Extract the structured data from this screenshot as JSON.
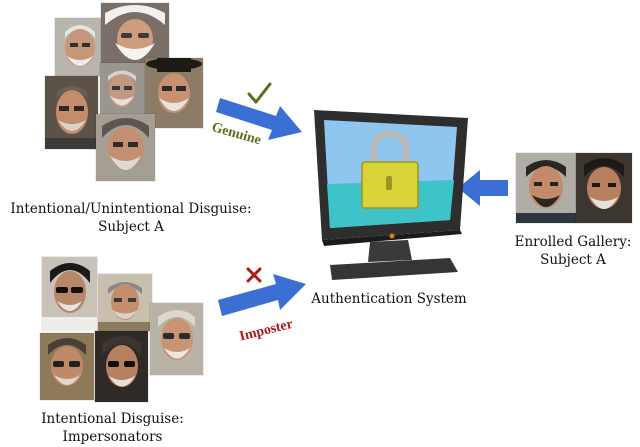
{
  "captions": {
    "group_a_line1": "Intentional/Unintentional Disguise:",
    "group_a_line2": "Subject A",
    "impersonators_line1": "Intentional Disguise:",
    "impersonators_line2": "Impersonators",
    "gallery_line1": "Enrolled Gallery:",
    "gallery_line2": "Subject A",
    "system": "Authentication System"
  },
  "arrows": {
    "genuine_label": "Genuine",
    "imposter_label": "Imposter",
    "arrow_color": "#3b6fd4",
    "genuine_color": "#5a6e1e",
    "imposter_color": "#b01818"
  },
  "icons": {
    "genuine_mark": "check-icon",
    "imposter_mark": "cross-icon",
    "system": "monitor-with-padlock"
  },
  "colors": {
    "screen_sky": "#8ec6f0",
    "screen_sea": "#3ec4c8",
    "lock_body": "#d9d33a",
    "lock_shackle": "#b9b9b9",
    "monitor_frame": "#2e2e2e"
  }
}
